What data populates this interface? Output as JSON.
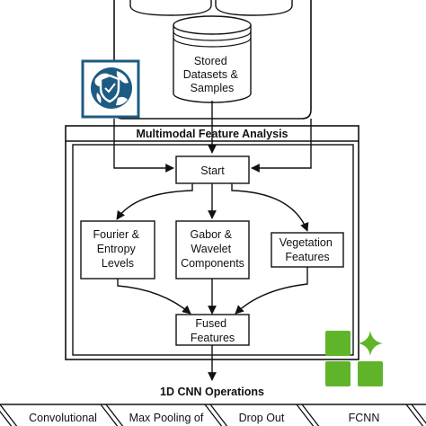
{
  "storage": {
    "label_lines": [
      "Stored",
      "Datasets &",
      "Samples"
    ]
  },
  "analysis": {
    "title": "Multimodal Feature Analysis",
    "start": "Start",
    "features": [
      {
        "lines": [
          "Fourier &",
          "Entropy",
          "Levels"
        ]
      },
      {
        "lines": [
          "Gabor &",
          "Wavelet",
          "Components"
        ]
      },
      {
        "lines": [
          "Vegetation",
          "Features"
        ]
      }
    ],
    "fused_lines": [
      "Fused",
      "Features"
    ]
  },
  "cnn": {
    "title": "1D CNN Operations",
    "stages": [
      "Convolutional",
      "Max Pooling of",
      "Drop Out",
      "FCNN"
    ]
  },
  "icons": {
    "shield_globe": "shield-globe-icon",
    "green_blocks": "green-blocks-icon",
    "accent_blue": "#1e5b82",
    "accent_green": "#5fb42a"
  }
}
